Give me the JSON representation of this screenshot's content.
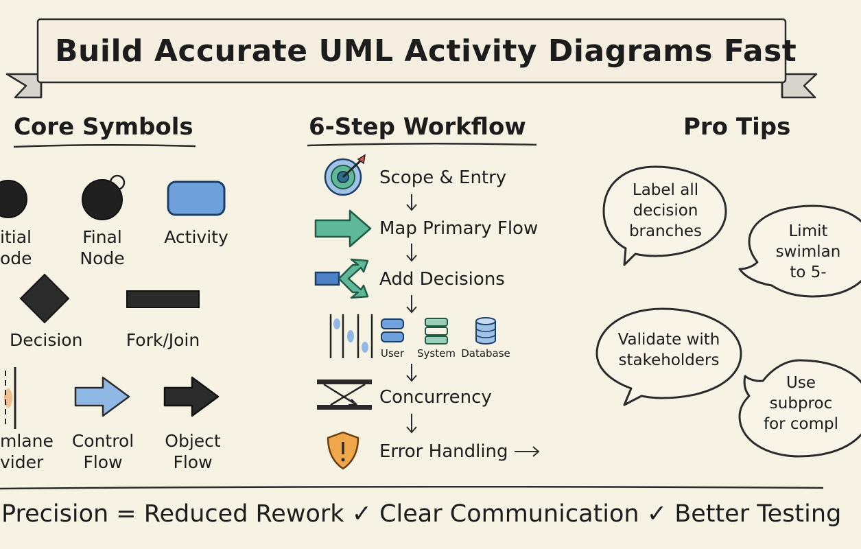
{
  "banner": {
    "title": "Build Accurate UML Activity Diagrams Fast"
  },
  "core_symbols": {
    "heading": "Core Symbols",
    "items": [
      {
        "label": "itial\node"
      },
      {
        "label": "Final\nNode"
      },
      {
        "label": "Activity"
      },
      {
        "label": "Decision"
      },
      {
        "label": "Fork/Join"
      },
      {
        "label": "mlane\nvider"
      },
      {
        "label": "Control\nFlow"
      },
      {
        "label": "Object\nFlow"
      }
    ]
  },
  "workflow": {
    "heading": "6-Step Workflow",
    "steps": [
      {
        "label": "Scope & Entry",
        "icon": "target-icon"
      },
      {
        "label": "Map Primary Flow",
        "icon": "arrow-right-icon"
      },
      {
        "label": "Add Decisions",
        "icon": "branch-icon"
      },
      {
        "label": "",
        "icon": "swimlanes-icon"
      },
      {
        "label": "Concurrency",
        "icon": "concurrency-icon"
      },
      {
        "label": "Error Handling",
        "icon": "warning-shield-icon"
      }
    ],
    "lanes": [
      {
        "label": "User"
      },
      {
        "label": "System"
      },
      {
        "label": "Database"
      }
    ]
  },
  "pro_tips": {
    "heading": "Pro Tips",
    "tips": [
      {
        "text": "Label all\ndecision\nbranches"
      },
      {
        "text": "Limit\nswimlan\nto 5-"
      },
      {
        "text": "Validate with\nstakeholders"
      },
      {
        "text": "Use\nsubproc\nfor compl"
      }
    ]
  },
  "footer": {
    "text": "Precision = Reduced Rework ✓ Clear Communication ✓ Better Testing"
  },
  "colors": {
    "background": "#f6f2e4",
    "activity_blue": "#6fa2dc",
    "flow_green": "#5fb89a",
    "control_flow_blue": "#8fb8e4",
    "warning_orange": "#f0a64a",
    "swimlane_orange": "#f3b07a",
    "ink": "#1c1c1c"
  }
}
